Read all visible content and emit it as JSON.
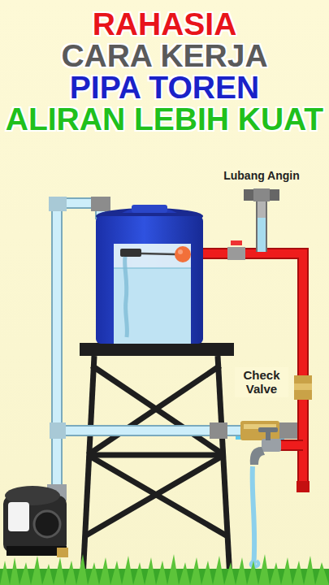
{
  "diagram": {
    "title": "RAHASIA CARA KERJA PIPA TOREN ALIRAN LEBIH KUAT",
    "labels": [
      "Lubang Angin",
      "Check Valve"
    ]
  }
}
